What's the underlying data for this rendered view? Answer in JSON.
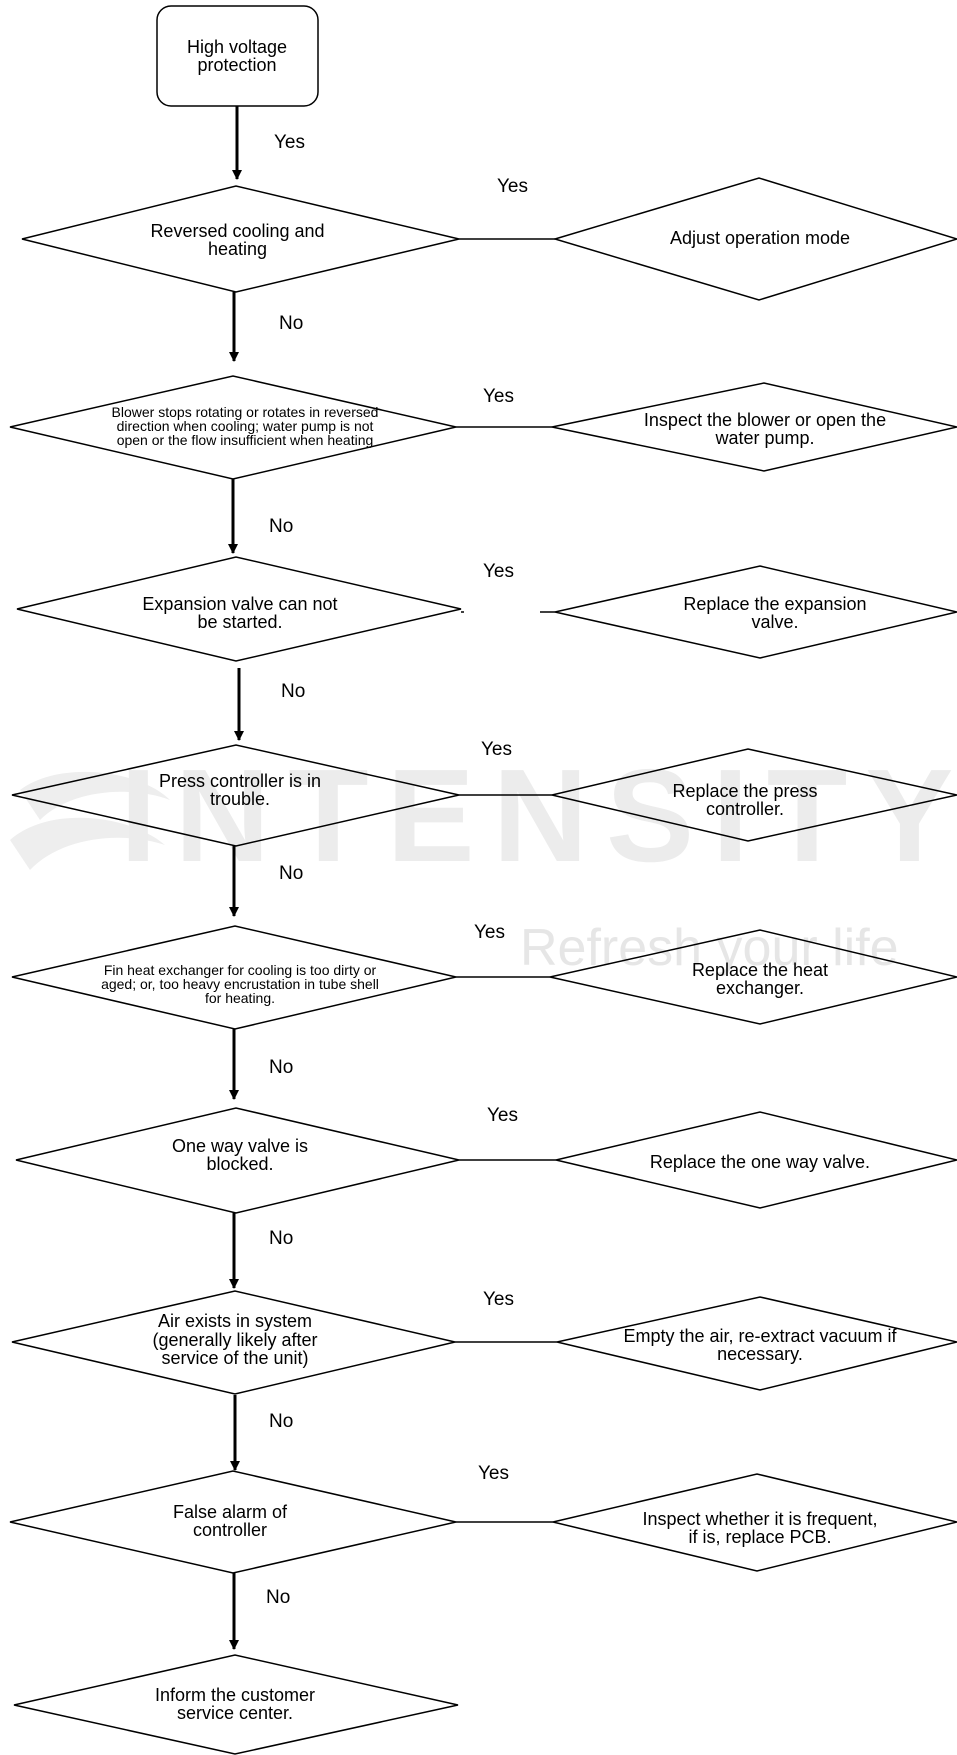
{
  "start": {
    "label": "High voltage protection"
  },
  "steps": [
    {
      "question": "Reversed cooling and heating",
      "yes_label": "Yes",
      "action": "Adjust operation mode",
      "no_label": "No"
    },
    {
      "question": "Blower stops rotating or rotates in reversed direction when cooling; water pump is not open or the flow insufficient when heating",
      "yes_label": "Yes",
      "action": "Inspect the blower or open the water pump.",
      "no_label": "No"
    },
    {
      "question": "Expansion valve can not be started.",
      "yes_label": "Yes",
      "action": "Replace the expansion valve.",
      "no_label": "No"
    },
    {
      "question": "Press controller is in trouble.",
      "yes_label": "Yes",
      "action": "Replace the press controller.",
      "no_label": "No"
    },
    {
      "question": "Fin heat exchanger for cooling is too dirty or aged; or, too heavy encrustation in tube shell for heating.",
      "yes_label": "Yes",
      "action": "Replace the heat exchanger.",
      "no_label": "No"
    },
    {
      "question": "One way valve is blocked.",
      "yes_label": "Yes",
      "action": "Replace the one way valve.",
      "no_label": "No"
    },
    {
      "question": "Air exists in system (generally likely after service of the unit)",
      "yes_label": "Yes",
      "action": "Empty the air, re-extract vacuum if necessary.",
      "no_label": "No"
    },
    {
      "question": "False alarm of controller",
      "yes_label": "Yes",
      "action": "Inspect whether it is frequent, if is, replace PCB.",
      "no_label": "No"
    }
  ],
  "start_yes_label": "Yes",
  "end": {
    "label": "Inform the customer service center."
  },
  "watermark": {
    "brand": "INTENSITY",
    "tagline": "Refresh your life"
  }
}
